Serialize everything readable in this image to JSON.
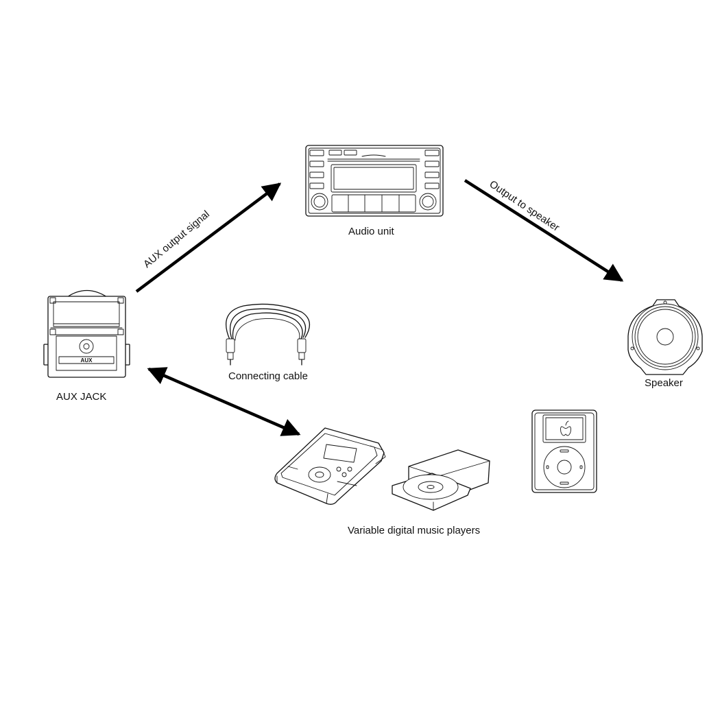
{
  "labels": {
    "audio_unit": "Audio unit",
    "speaker": "Speaker",
    "aux_jack": "AUX JACK",
    "connecting_cable": "Connecting cable",
    "music_players": "Variable digital music players",
    "aux_output_signal": "AUX output signal",
    "output_to_speaker": "Output to speaker",
    "aux_panel_text": "AUX"
  }
}
